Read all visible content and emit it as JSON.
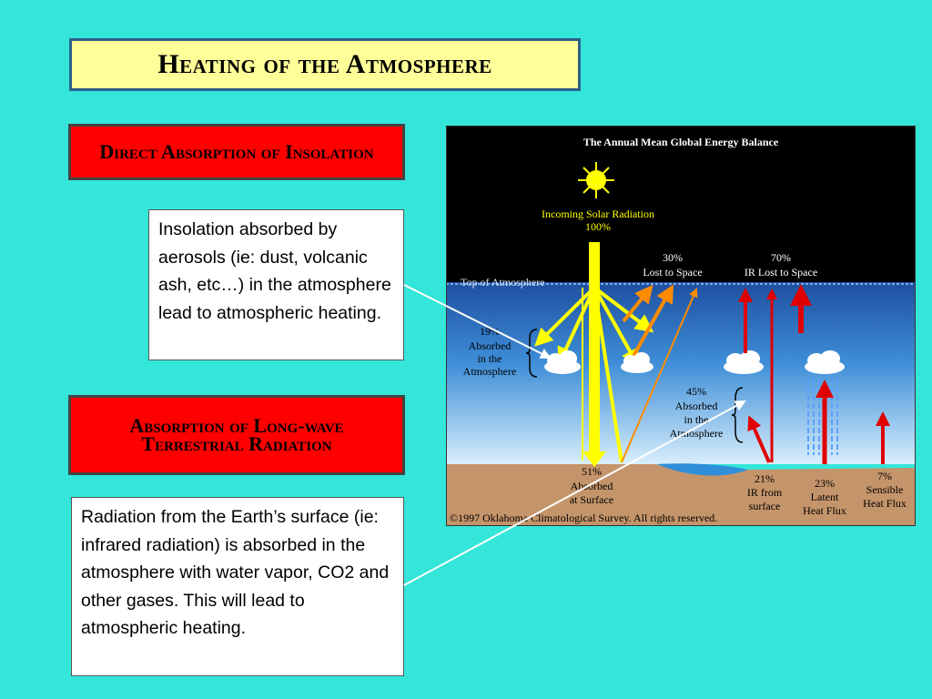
{
  "slide": {
    "title": "Heating of the Atmosphere",
    "section1": {
      "heading": "Direct Absorption of Insolation",
      "text": "Insolation absorbed by aerosols (ie:  dust, volcanic ash, etc…) in the atmosphere lead to atmospheric heating."
    },
    "section2": {
      "heading": "Absorption of Long-wave Terrestrial Radiation",
      "text": "Radiation from the Earth’s surface (ie:  infrared radiation) is absorbed in the atmosphere with water vapor, CO2 and other gases.  This will lead to atmospheric heating."
    }
  },
  "figure": {
    "title": "The Annual Mean Global Energy Balance",
    "incoming_line1": "Incoming Solar Radiation",
    "incoming_line2": "100%",
    "lost_space_pct": "30%",
    "lost_space_label": "Lost to Space",
    "ir_lost_pct": "70%",
    "ir_lost_label": "IR Lost to Space",
    "top_atmosphere": "Top of Atmosphere",
    "absorbed_atm_pct": "19%",
    "absorbed_atm_line1": "Absorbed",
    "absorbed_atm_line2": "in the",
    "absorbed_atm_line3": "Atmosphere",
    "absorbed_atm2_pct": "45%",
    "absorbed_atm2_line1": "Absorbed",
    "absorbed_atm2_line2": "in the",
    "absorbed_atm2_line3": "Atmosphere",
    "surface_pct": "51%",
    "surface_line1": "Absorbed",
    "surface_line2": "at Surface",
    "ir_surface_pct": "21%",
    "ir_surface_line1": "IR from",
    "ir_surface_line2": "surface",
    "latent_pct": "23%",
    "latent_line1": "Latent",
    "latent_line2": "Heat Flux",
    "sensible_pct": "7%",
    "sensible_line1": "Sensible",
    "sensible_line2": "Heat Flux",
    "copyright": "©1997 Oklahoma Climatological Survey.  All rights reserved."
  },
  "colors": {
    "background": "#33e6d9",
    "title_fill": "#ffff99",
    "header_fill": "#ff0000",
    "solar": "#ffff00",
    "reflected": "#ff8c00",
    "infrared": "#e00000"
  }
}
